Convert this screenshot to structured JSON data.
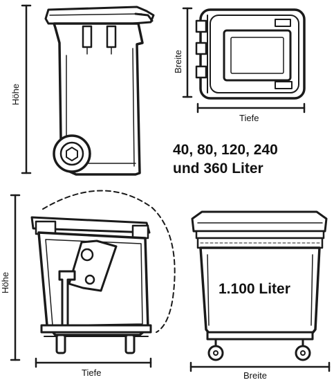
{
  "small_bins": {
    "height_label": "Höhe",
    "width_label": "Breite",
    "depth_label": "Tiefe",
    "sizes_line1": "40, 80, 120, 240",
    "sizes_line2": "und 360 Liter"
  },
  "large_container": {
    "height_label": "Höhe",
    "depth_label": "Tiefe",
    "width_label": "Breite",
    "capacity_label": "1.100 Liter"
  },
  "colors": {
    "ink": "#1a1a1a",
    "background": "#ffffff"
  }
}
